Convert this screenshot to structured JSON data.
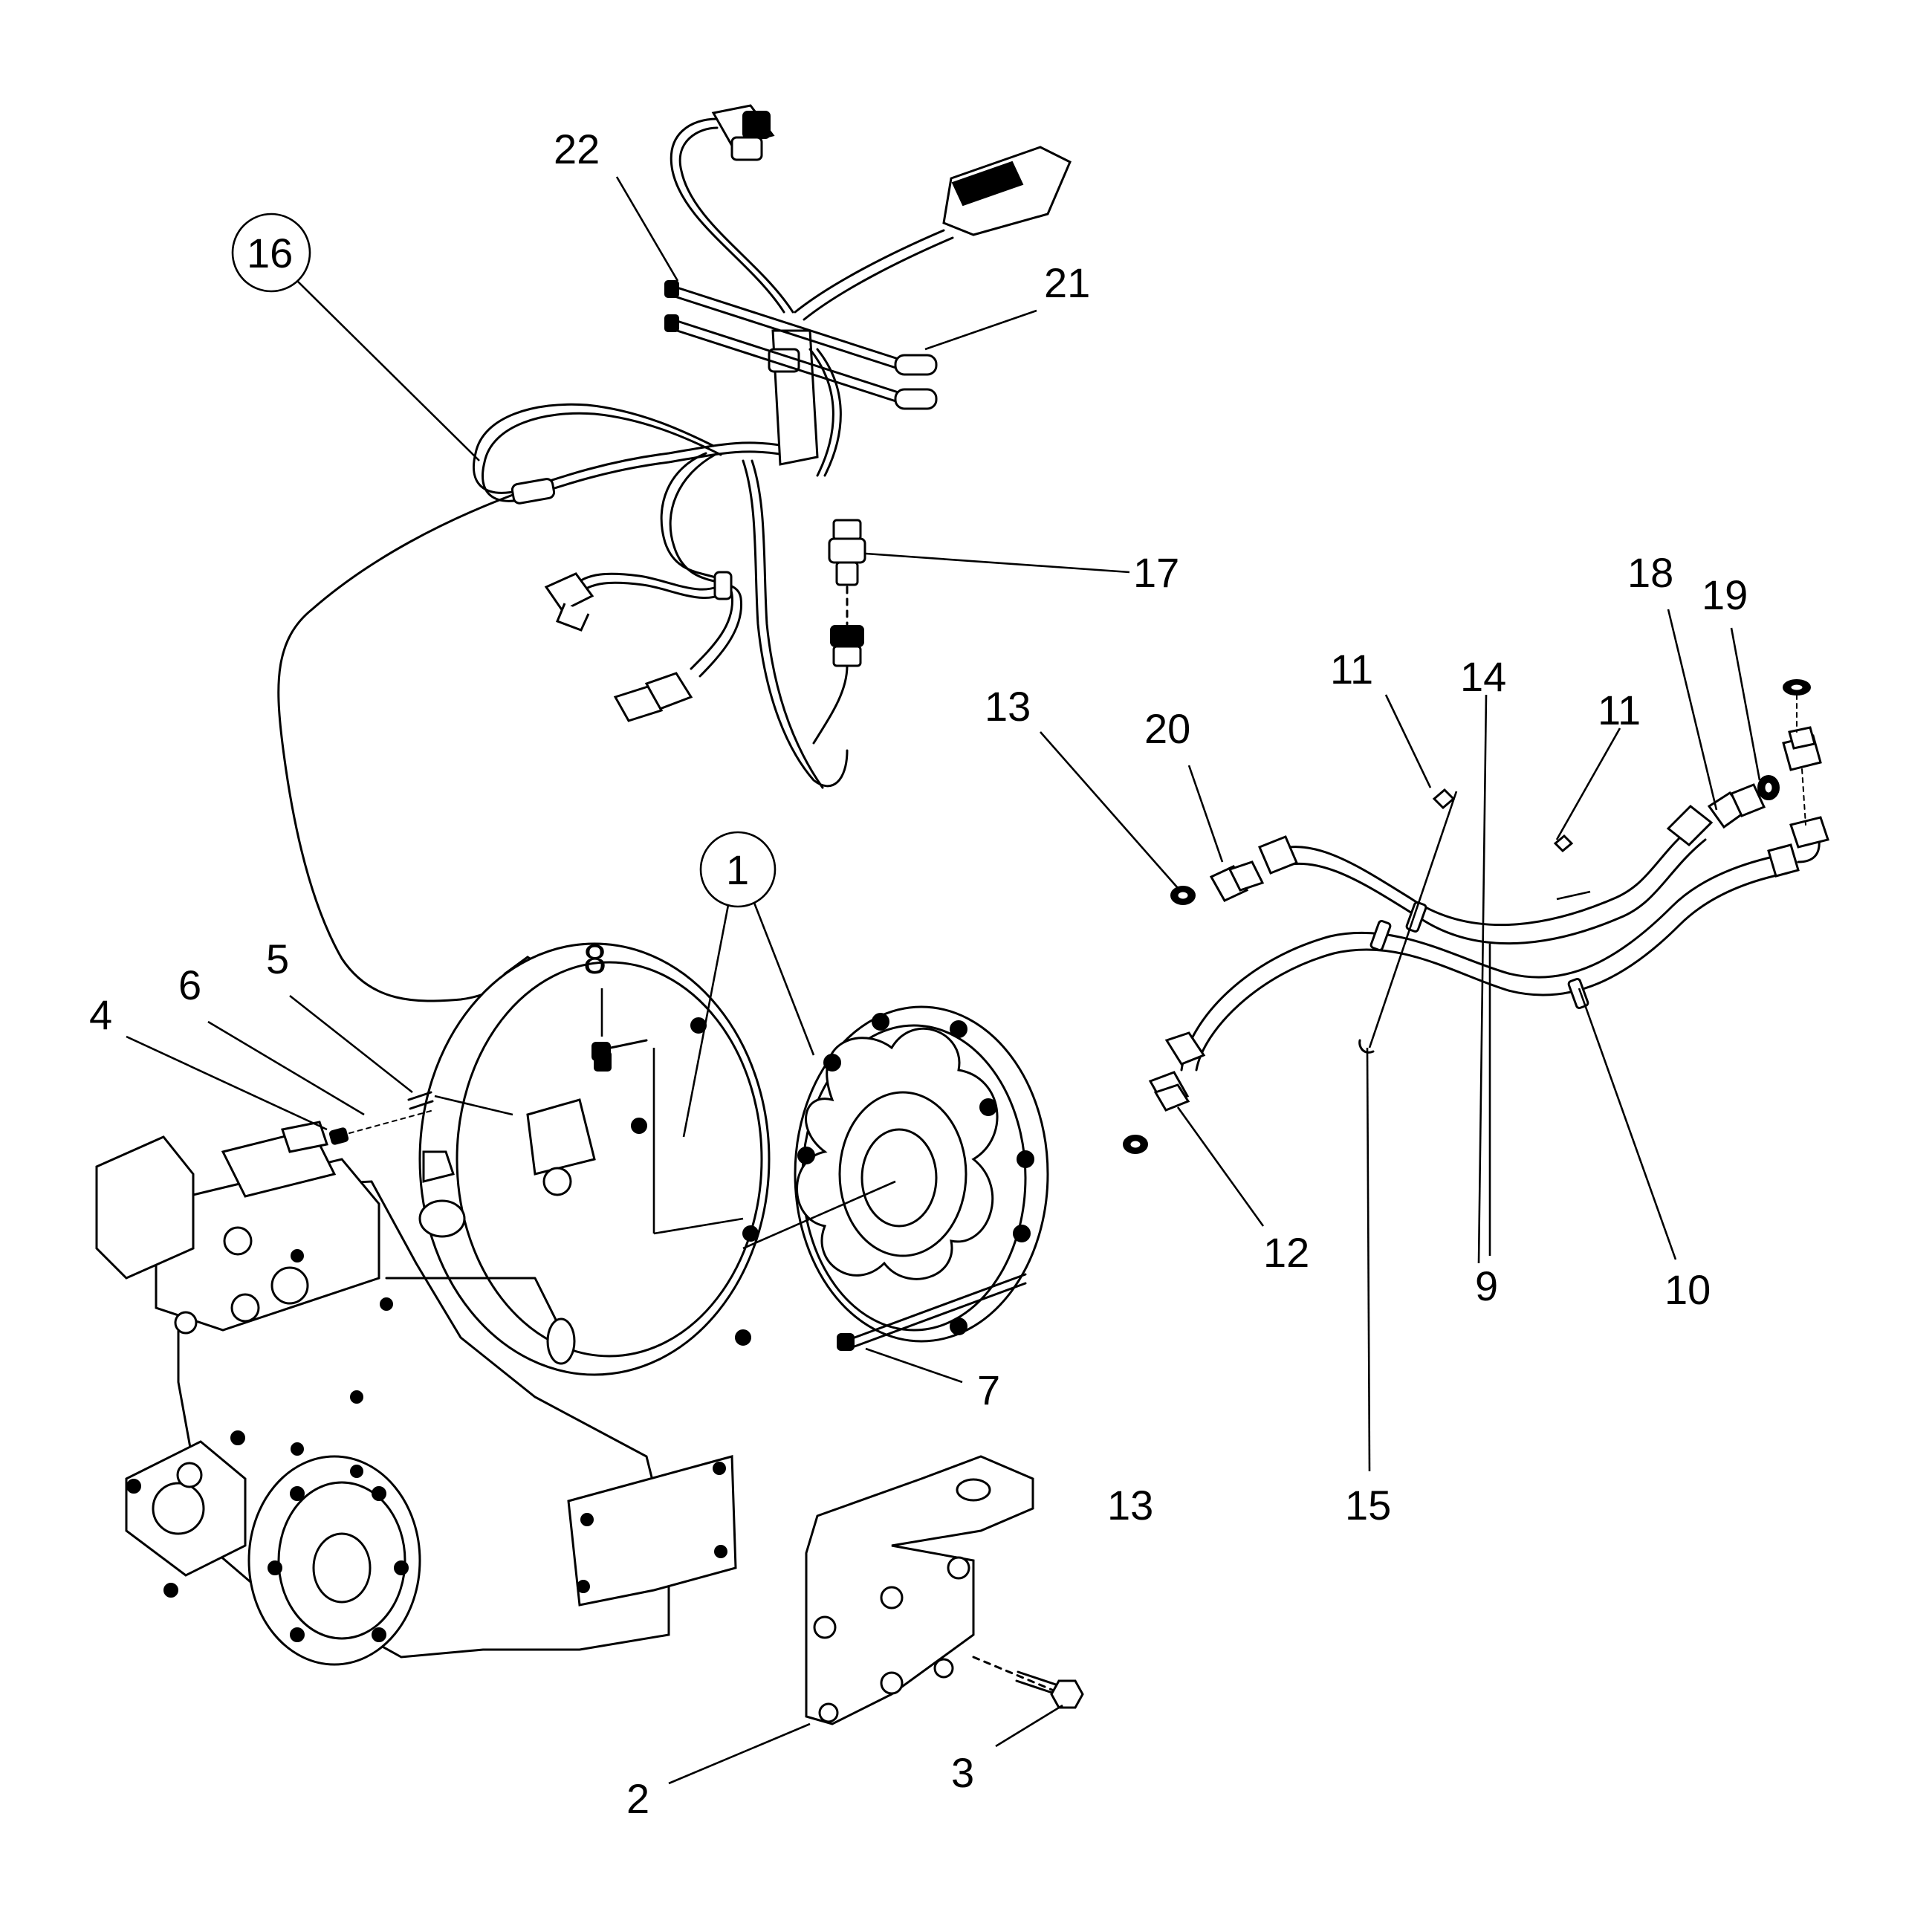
{
  "labels": {
    "l1": "1",
    "l2": "2",
    "l3": "3",
    "l4": "4",
    "l5": "5",
    "l6": "6",
    "l7": "7",
    "l8": "8",
    "l9": "9",
    "l10": "10",
    "l11a": "11",
    "l11b": "11",
    "l12": "12",
    "l13a": "13",
    "l13b": "13",
    "l14": "14",
    "l15": "15",
    "l16": "16",
    "l17": "17",
    "l18": "18",
    "l19": "19",
    "l20": "20",
    "l21": "21",
    "l22": "22"
  }
}
